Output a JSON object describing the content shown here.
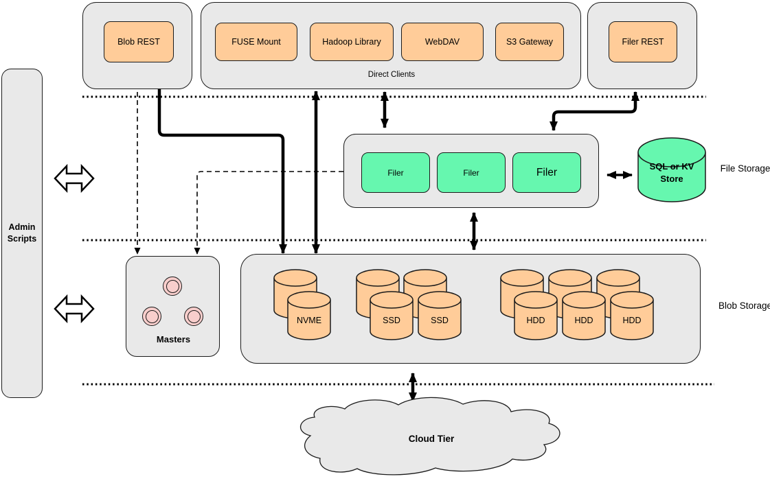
{
  "sidebar": {
    "admin_label": "Admin Scripts"
  },
  "clients": {
    "blob_rest_label": "Blob REST",
    "direct": {
      "caption": "Direct Clients",
      "items": [
        "FUSE Mount",
        "Hadoop Library",
        "WebDAV",
        "S3 Gateway"
      ]
    },
    "filer_rest_label": "Filer REST"
  },
  "file_storage": {
    "section_label": "File Storage",
    "filers": [
      "Filer",
      "Filer",
      "Filer"
    ],
    "store_label": "SQL or KV Store"
  },
  "masters": {
    "label": "Masters"
  },
  "blob_storage": {
    "section_label": "Blob Storage",
    "volume_labels": [
      "NVME",
      "SSD",
      "SSD",
      "HDD",
      "HDD",
      "HDD"
    ]
  },
  "cloud": {
    "label": "Cloud Tier"
  },
  "colors": {
    "box_orange": "#ffcc99",
    "box_green": "#66f7af",
    "node_pink": "#f8cecc",
    "container_gray": "#e9e9e9",
    "line_black": "#000000"
  }
}
